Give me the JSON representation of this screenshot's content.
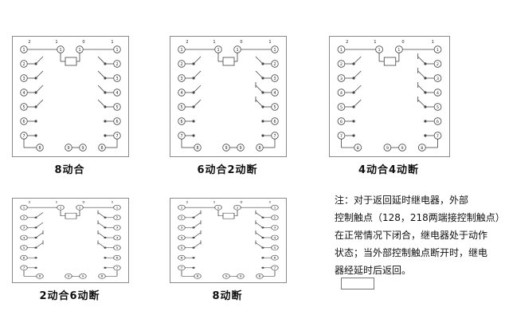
{
  "panels": [
    {
      "title": "8动合",
      "no_count": 8,
      "nc_count": 0
    },
    {
      "title": "6动合2动断",
      "no_count": 6,
      "nc_count": 2
    },
    {
      "title": "4动合4动断",
      "no_count": 4,
      "nc_count": 4
    },
    {
      "title": "2动合6动断",
      "no_count": 2,
      "nc_count": 6
    },
    {
      "title": "8动断",
      "no_count": 0,
      "nc_count": 8
    }
  ],
  "terminal_layout": {
    "left": [
      "1",
      "2",
      "3",
      "4",
      "5",
      "6",
      "7"
    ],
    "right": [
      "1",
      "2",
      "3",
      "4",
      "5",
      "6",
      "7"
    ],
    "top_center": [
      "1",
      "1"
    ],
    "top_small": [
      "2",
      "1",
      "0",
      "1"
    ],
    "bottom": [
      "8",
      "9",
      "9",
      "8"
    ]
  },
  "note": {
    "lines": [
      "注：对于返回延时继电器，外部",
      "控制触点（128，218两端接控制触点）",
      "在正常情况下闭合，继电器处于动作",
      "状态；当外部控制触点断开时，继电",
      "器经延时后返回。"
    ]
  },
  "colors": {
    "line": "#444444",
    "text": "#222222",
    "border": "#8a8a8a"
  }
}
